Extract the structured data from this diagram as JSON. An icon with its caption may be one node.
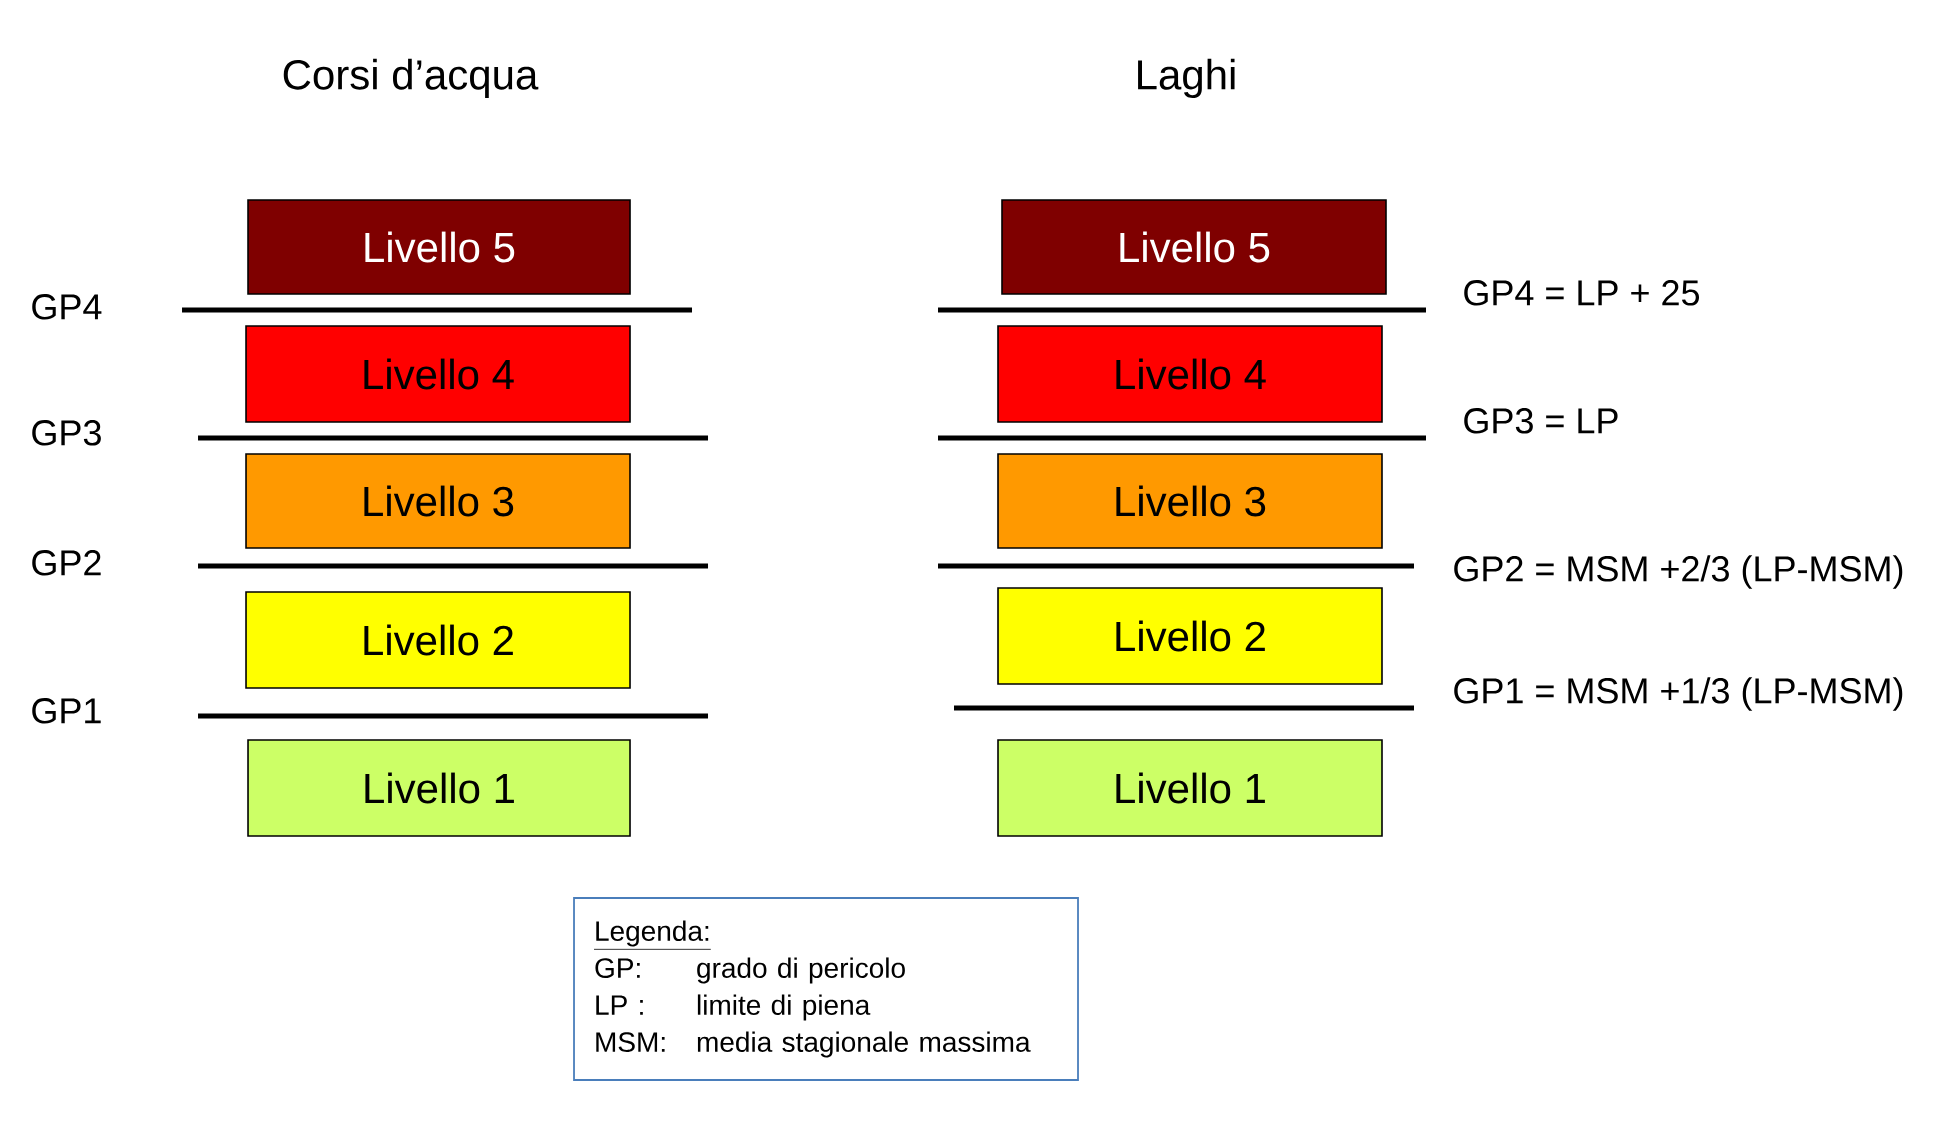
{
  "diagram": {
    "nodes": [
      {
        "text": [
          "Livello 5"
        ]
      },
      {
        "text": [
          "Livello 4"
        ]
      },
      {
        "text": [
          "Livello 3"
        ]
      },
      {
        "text": [
          "Livello 2"
        ]
      },
      {
        "text": [
          "Livello 1"
        ]
      },
      {
        "text": [
          "Livello 5"
        ]
      },
      {
        "text": [
          "Livello 4"
        ]
      },
      {
        "text": [
          "Livello 3"
        ]
      },
      {
        "text": [
          "Livello 2"
        ]
      },
      {
        "text": [
          "Livello 1"
        ]
      },
      {
        "text": [
          "Legenda:",
          "GP:",
          "grado di pericolo",
          "LP :",
          "limite di piena",
          "MSM:",
          "media stagionale massima"
        ]
      }
    ],
    "labels": [
      "Corsi d’acqua",
      "Laghi",
      "GP4",
      "GP4 = LP + 25",
      "GP3",
      "GP3 = LP",
      "GP2",
      "GP2 = MSM +2/3 (LP-MSM)",
      "GP1",
      "GP1 = MSM +1/3 (LP-MSM)"
    ]
  }
}
